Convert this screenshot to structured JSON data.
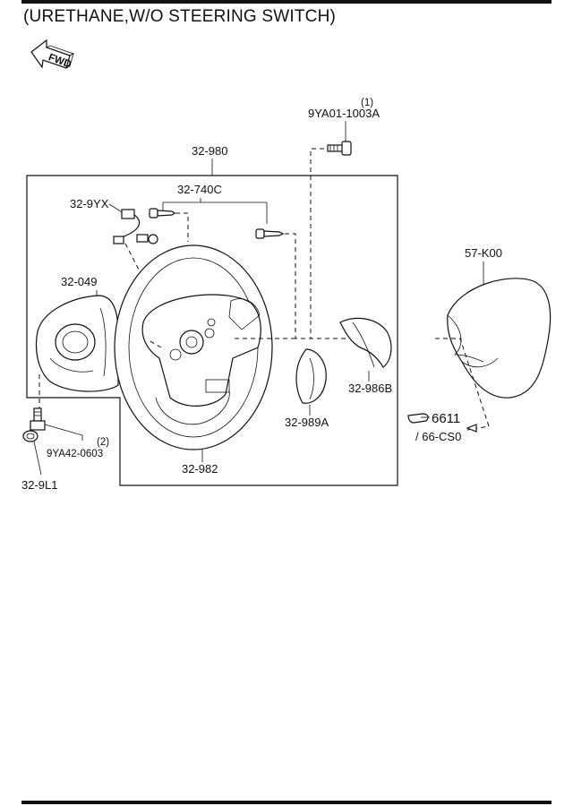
{
  "title": "(URETHANE,W/O STEERING SWITCH)",
  "fwd_label": "FWD",
  "labels": {
    "qty_bolt_top": "(1)",
    "part_bolt_top": "9YA01-1003A",
    "assembly": "32-980",
    "screws": "32-740C",
    "harness": "32-9YX",
    "pad_left": "32-049",
    "airbag_module": "57-K00",
    "cover_right": "32-986B",
    "cover_lower": "32-989A",
    "wheel": "32-982",
    "ref_page": "6611",
    "ref_part": "/ 66-CS0",
    "qty_bolt_bottom": "(2)",
    "part_bolt_bottom": "9YA42-0603",
    "clip": "32-9L1"
  }
}
